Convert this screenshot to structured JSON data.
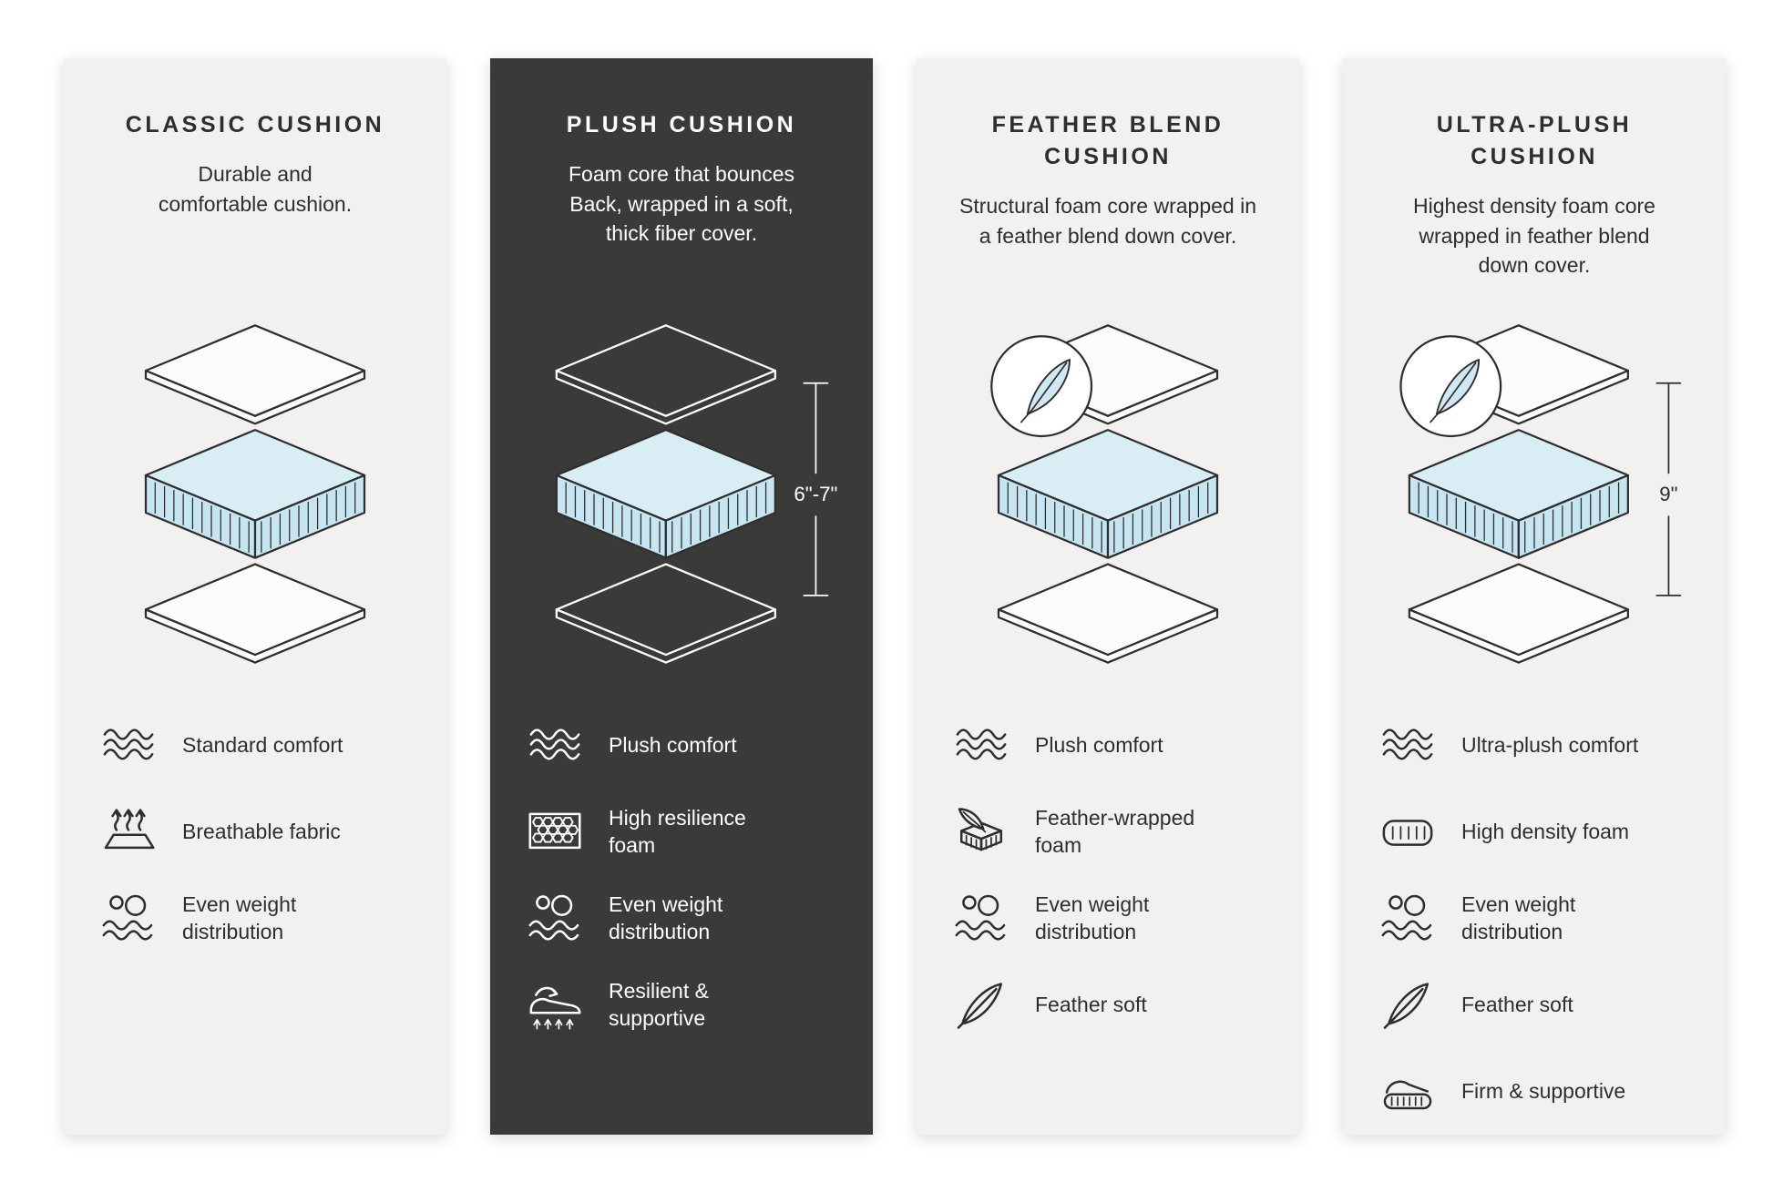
{
  "layout": {
    "background": "#ffffff"
  },
  "colors": {
    "light_panel": "#f2f1ef",
    "dark_panel": "#3a3a38",
    "foam_fill": "#cfe8f2",
    "line": "#2e2e2e",
    "light_text": "#2e2e2e",
    "dark_panel_text": "#ffffff"
  },
  "panels": [
    {
      "id": "classic",
      "theme": "light",
      "title": "CLASSIC CUSHION",
      "description": "Durable and\ncomfortable cushion.",
      "diagram": {
        "feather_badge": false,
        "measure_label": ""
      },
      "features": [
        {
          "icon": "wave-icon",
          "label": "Standard comfort"
        },
        {
          "icon": "breathable-icon",
          "label": "Breathable fabric"
        },
        {
          "icon": "weight-distribution-icon",
          "label": "Even weight\ndistribution"
        }
      ]
    },
    {
      "id": "plush",
      "theme": "dark",
      "title": "PLUSH CUSHION",
      "description": "Foam core that bounces\nBack, wrapped in a soft,\nthick fiber cover.",
      "diagram": {
        "feather_badge": false,
        "measure_label": "6\"-7\""
      },
      "features": [
        {
          "icon": "wave-icon",
          "label": "Plush comfort"
        },
        {
          "icon": "honeycomb-icon",
          "label": "High resilience\nfoam"
        },
        {
          "icon": "weight-distribution-icon",
          "label": "Even weight\ndistribution"
        },
        {
          "icon": "resilient-icon",
          "label": "Resilient &\nsupportive"
        }
      ]
    },
    {
      "id": "feather-blend",
      "theme": "light",
      "title": "FEATHER BLEND\nCUSHION",
      "description": "Structural foam core wrapped in\na feather blend down cover.",
      "diagram": {
        "feather_badge": true,
        "measure_label": ""
      },
      "features": [
        {
          "icon": "wave-icon",
          "label": "Plush comfort"
        },
        {
          "icon": "feather-foam-icon",
          "label": "Feather-wrapped\nfoam"
        },
        {
          "icon": "weight-distribution-icon",
          "label": "Even weight\ndistribution"
        },
        {
          "icon": "feather-icon",
          "label": "Feather soft"
        }
      ]
    },
    {
      "id": "ultra-plush",
      "theme": "light",
      "title": "ULTRA-PLUSH\nCUSHION",
      "description": "Highest density foam core\nwrapped in feather blend\ndown cover.",
      "diagram": {
        "feather_badge": true,
        "measure_label": "9\""
      },
      "features": [
        {
          "icon": "wave-icon",
          "label": "Ultra-plush comfort"
        },
        {
          "icon": "density-foam-icon",
          "label": "High density foam"
        },
        {
          "icon": "weight-distribution-icon",
          "label": "Even weight\ndistribution"
        },
        {
          "icon": "feather-icon",
          "label": "Feather soft"
        },
        {
          "icon": "firm-supportive-icon",
          "label": "Firm & supportive"
        }
      ]
    }
  ]
}
